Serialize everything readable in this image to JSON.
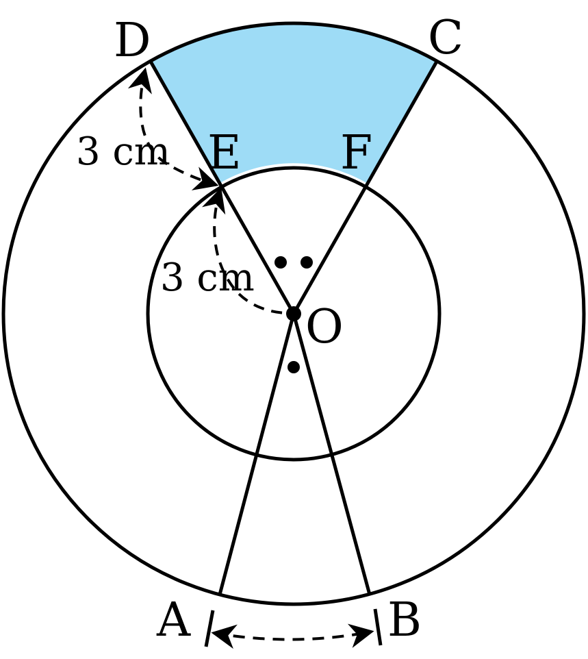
{
  "figure": {
    "points": {
      "A": "A",
      "B": "B",
      "C": "C",
      "D": "D",
      "E": "E",
      "F": "F",
      "O": "O"
    },
    "dimensions": {
      "outer_gap": "3 cm",
      "inner_radius": "3 cm"
    },
    "colors": {
      "shaded_region": "#9edcf6",
      "stroke": "#000000"
    }
  }
}
